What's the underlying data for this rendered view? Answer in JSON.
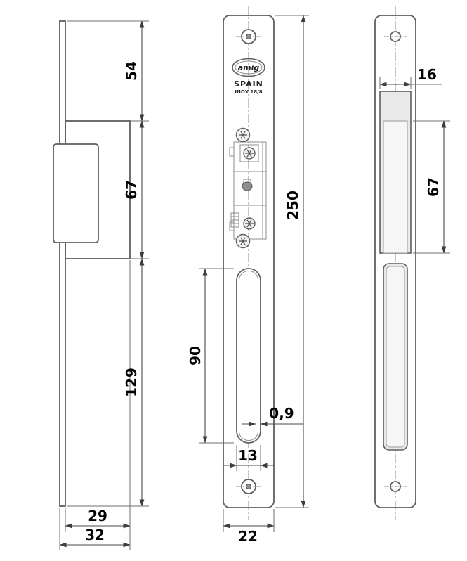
{
  "colors": {
    "outline": "#5f5f5f",
    "dimension_line": "#4a4a4a",
    "dimension_text": "#000000",
    "recess_fill": "#e9e9e9",
    "background": "#ffffff"
  },
  "front_view": {
    "brand_logo": "amig",
    "country": "SPAIN",
    "material": "INOX 18/8",
    "dim_total_height": "250",
    "dim_slot_height": "90",
    "dim_lip": "0,9",
    "dim_slot_width": "13",
    "dim_plate_width": "22"
  },
  "side_view": {
    "dim_top": "54",
    "dim_body": "67",
    "dim_bottom": "129",
    "dim_depth_body": "29",
    "dim_depth_total": "32"
  },
  "back_view": {
    "dim_cutout_width": "16",
    "dim_cutout_height": "67"
  }
}
